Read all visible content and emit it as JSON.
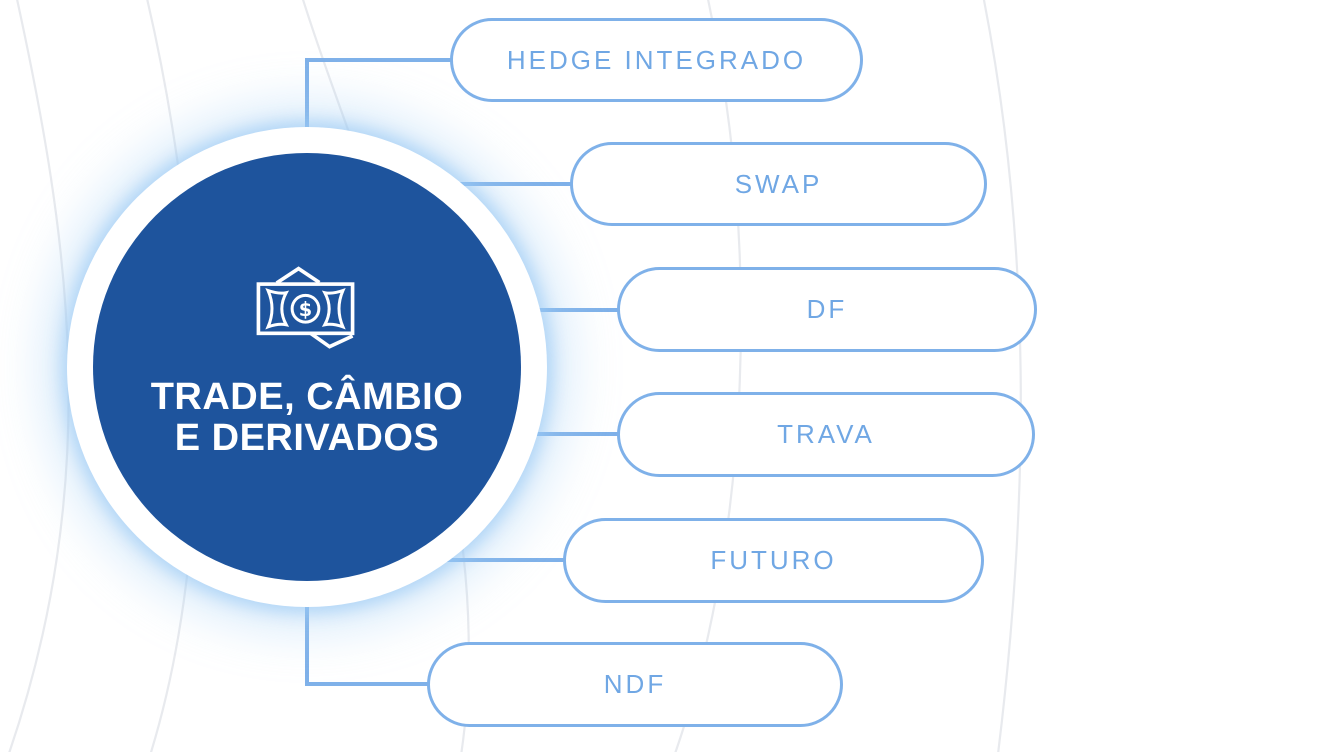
{
  "diagram": {
    "center_node": {
      "icon": "banknotes-dollar-icon",
      "currency_symbol": "$",
      "title_line1": "TRADE, CÂMBIO",
      "title_line2": "E DERIVADOS"
    },
    "branch_nodes": [
      {
        "label": "HEDGE INTEGRADO"
      },
      {
        "label": "SWAP"
      },
      {
        "label": "DF"
      },
      {
        "label": "TRAVA"
      },
      {
        "label": "FUTURO"
      },
      {
        "label": "NDF"
      }
    ],
    "colors": {
      "center_fill": "#1e549d",
      "center_text": "#ffffff",
      "node_border": "#7fb1e9",
      "node_text": "#70a7e4",
      "connector": "#7fb1e9",
      "glow": "#9ccaf3",
      "background": "#ffffff",
      "decor_arc_gray": "#e8eaee"
    }
  }
}
